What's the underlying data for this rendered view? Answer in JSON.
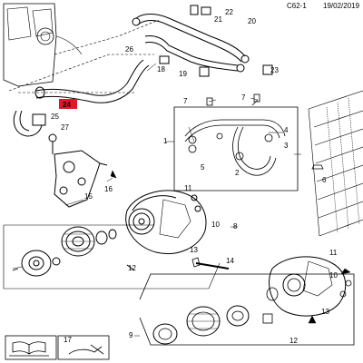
{
  "header": {
    "code": "C62-1",
    "date": "19/02/2019"
  },
  "callouts": {
    "c1": "1",
    "c2": "2",
    "c3": "3",
    "c4": "4",
    "c5": "5",
    "c6": "6",
    "c7a": "7",
    "c7b": "7",
    "c8": "8",
    "c9": "9",
    "c10a": "10",
    "c10b": "10",
    "c11a": "11",
    "c11b": "11",
    "c12a": "12",
    "c12b": "12",
    "c13a": "13",
    "c13b": "13",
    "c14": "14",
    "c15": "15",
    "c16": "16",
    "c17": "17",
    "c18": "18",
    "c19": "19",
    "c20": "20",
    "c21": "21",
    "c22": "22",
    "c23": "23",
    "c24": "24",
    "c25": "25",
    "c26": "26",
    "c27": "27"
  },
  "highlight": {
    "callout": "24",
    "color": "#e0162b"
  },
  "legend": {
    "icon": "book-pen-icon",
    "label": "17"
  }
}
